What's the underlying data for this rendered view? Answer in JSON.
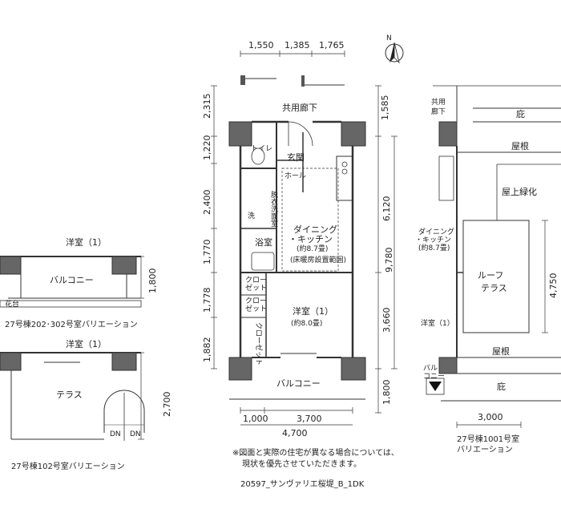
{
  "north": "N",
  "main_plan": {
    "top_dims": [
      "1,550",
      "1,385",
      "1,765"
    ],
    "left_dims": [
      "2,315",
      "1,220",
      "2,400",
      "1,770",
      "1,778",
      "1,882"
    ],
    "right_dims": [
      "1,585",
      "6,120",
      "9,780",
      "3,660",
      "1,800"
    ],
    "bottom_dims": [
      "1,000",
      "3,700",
      "4,700"
    ],
    "rooms": {
      "corridor": "共用廊下",
      "toilet": "トイレ",
      "entrance": "玄関",
      "hall": "ホール",
      "washroom_1": "脱",
      "washroom_2": "衣",
      "washroom_3": "洗",
      "washroom_4": "面",
      "washroom_5": "室",
      "wash": "洗",
      "bath": "浴室",
      "dining_1": "ダイニング",
      "dining_2": "・キッチン",
      "dining_area": "(約8.7畳)",
      "dining_note": "(床暖房設置範囲)",
      "closet_1": "クロー",
      "closet_1b": "ゼット",
      "closet_2": "クロー",
      "closet_2b": "ゼット",
      "closet_3": "クローゼット",
      "western_1": "洋室（1）",
      "western_area": "(約8.0畳)",
      "balcony": "バルコニー"
    }
  },
  "variation_202": {
    "western": "洋室（1）",
    "balcony": "バルコニー",
    "flower": "花台",
    "dim": "1,800",
    "caption": "27号棟202･302号室バリエーション"
  },
  "variation_102": {
    "western": "洋室（1）",
    "terrace": "テラス",
    "dim": "2,700",
    "dn1": "DN",
    "dn2": "DN",
    "caption": "27号棟102号室バリエーション"
  },
  "variation_1001": {
    "corridor_1": "共用",
    "corridor_2": "廊下",
    "eaves_top": "庇",
    "roof_top": "屋根",
    "rooftop_green": "屋上緑化",
    "dining_1": "ダイニング",
    "dining_2": "・キッチン",
    "dining_area": "(約8.7畳)",
    "roof_terrace_1": "ルーフ",
    "roof_terrace_2": "テラス",
    "western": "洋室（1）",
    "roof_bottom": "屋根",
    "balcony_1": "バル",
    "balcony_2": "コニー",
    "eaves_bottom": "庇",
    "dim_right": "4,750",
    "dim_bottom": "3,000",
    "caption_1": "27号棟1001号室",
    "caption_2": "バリエーション"
  },
  "notes": {
    "line_1": "※図面と実際の住宅が異なる場合については、",
    "line_2": "現状を優先させていただきます。",
    "code": "20597_サンヴァリエ桜堤_B_1DK"
  }
}
